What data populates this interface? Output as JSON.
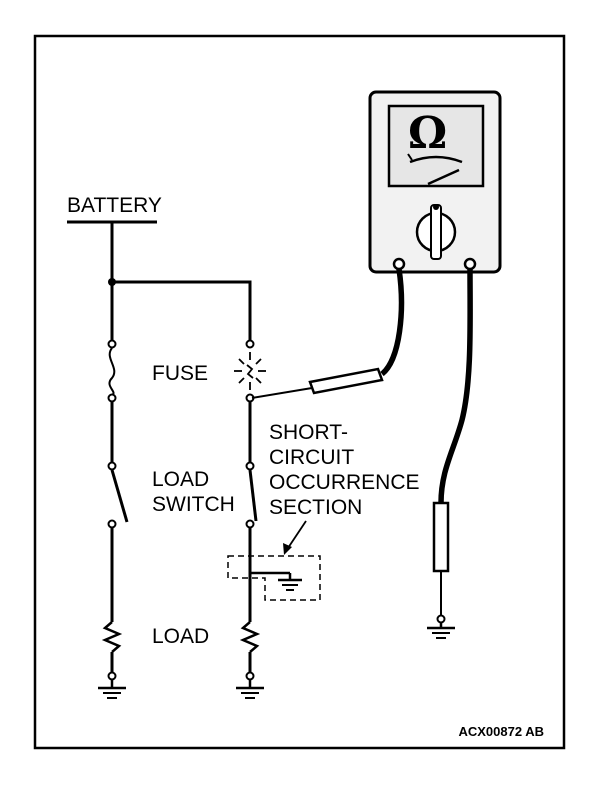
{
  "labels": {
    "battery": "BATTERY",
    "fuse": "FUSE",
    "load_switch_line1": "LOAD",
    "load_switch_line2": "SWITCH",
    "load": "LOAD",
    "short_line1": "SHORT-",
    "short_line2": "CIRCUIT",
    "short_line3": "OCCURRENCE",
    "short_line4": "SECTION",
    "figure_code": "ACX00872 AB"
  },
  "meter": {
    "symbol": "Ω",
    "icons": [
      "ohmmeter-icon",
      "selector-knob-icon",
      "needle-icon"
    ]
  },
  "colors": {
    "ink": "#000000",
    "paper": "#ffffff",
    "screen": "#e6e6e6",
    "meter_body": "#f2f2f2"
  }
}
